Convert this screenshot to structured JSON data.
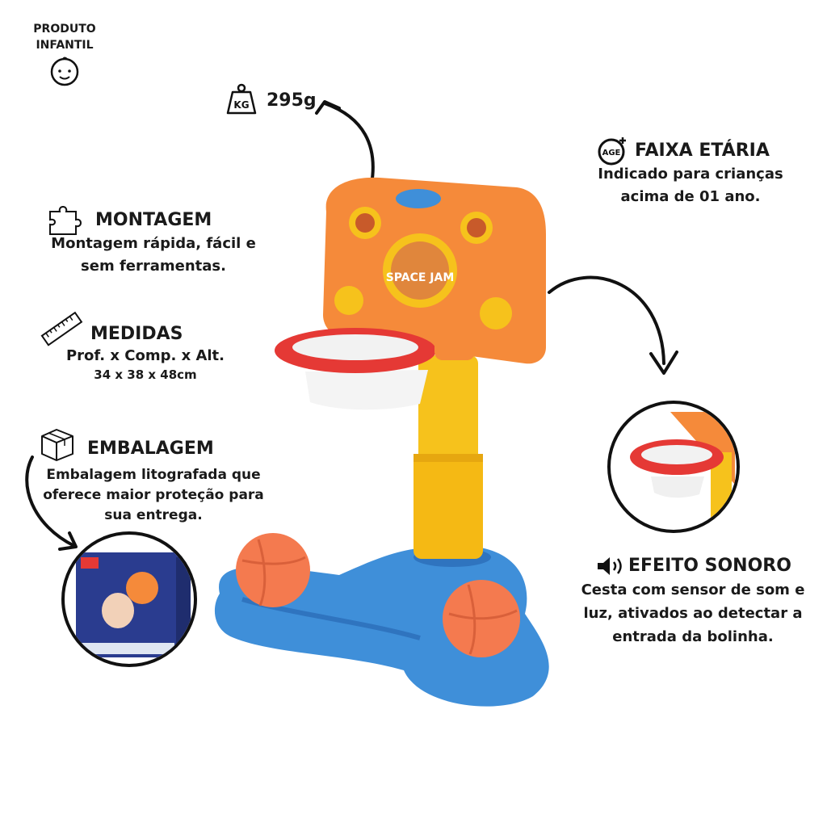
{
  "badge": {
    "line1": "PRODUTO",
    "line2": "INFANTIL",
    "icon": "baby-face-icon"
  },
  "weight": {
    "icon_label": "KG",
    "value": "295g"
  },
  "age": {
    "icon_label": "AGE",
    "title": "FAIXA ETÁRIA",
    "desc_line1": "Indicado para crianças",
    "desc_line2": "acima de 01 ano."
  },
  "assembly": {
    "title": "MONTAGEM",
    "desc_line1": "Montagem rápida, fácil e",
    "desc_line2": "sem ferramentas.",
    "icon": "puzzle-icon"
  },
  "measures": {
    "title": "MEDIDAS",
    "desc_line1": "Prof. x Comp. x Alt.",
    "desc_line2": "34 x 38 x 48cm",
    "icon": "ruler-icon"
  },
  "packaging": {
    "title": "EMBALAGEM",
    "desc_line1": "Embalagem litografada que",
    "desc_line2": "oferece maior proteção para",
    "desc_line3": "sua entrega.",
    "icon": "box-icon"
  },
  "sound": {
    "title": "EFEITO SONORO",
    "desc_line1": "Cesta com sensor de som e",
    "desc_line2": "luz, ativados ao detectar a",
    "desc_line3": "entrada da bolinha.",
    "icon": "speaker-icon"
  },
  "product": {
    "backboard_text": "SPACE JAM"
  },
  "colors": {
    "orange": "#f58a3a",
    "red": "#e53935",
    "yellow": "#f6c21c",
    "blue": "#3f8fd9",
    "ball": "#f47a4f",
    "text": "#1a1a1a"
  }
}
